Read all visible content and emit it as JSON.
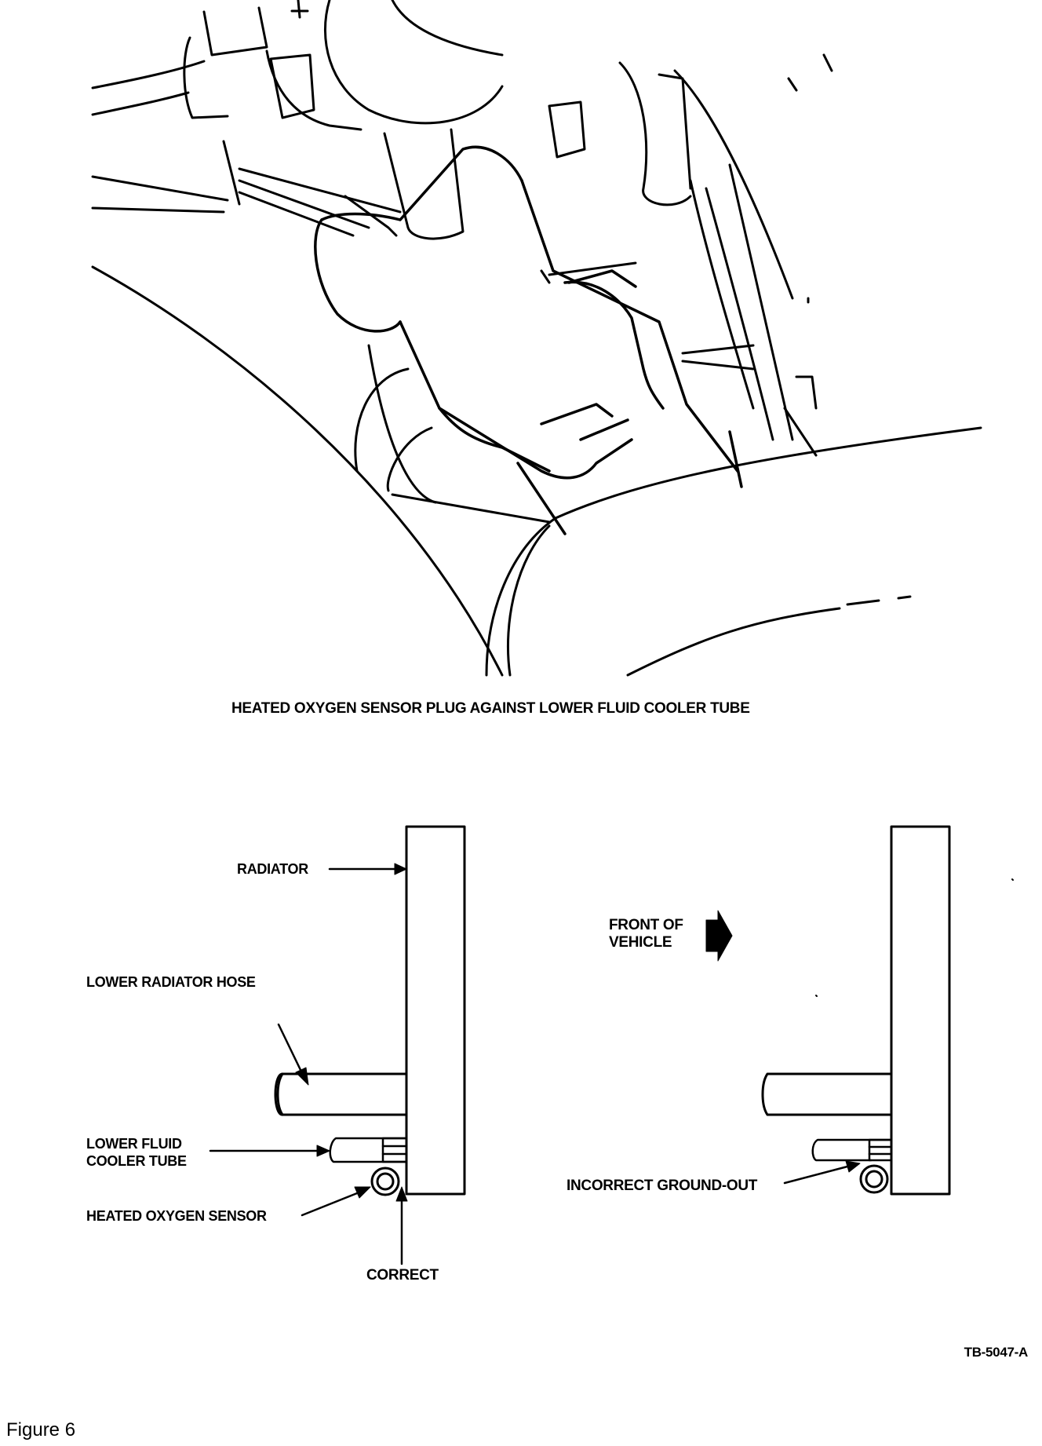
{
  "photo_caption": "HEATED OXYGEN SENSOR PLUG AGAINST LOWER FLUID COOLER TUBE",
  "labels": {
    "radiator": "RADIATOR",
    "lower_radiator_hose": "LOWER RADIATOR HOSE",
    "lower_fluid_cooler_tube_line1": "LOWER FLUID",
    "lower_fluid_cooler_tube_line2": "COOLER TUBE",
    "heated_oxygen_sensor": "HEATED OXYGEN SENSOR",
    "correct": "CORRECT",
    "front_of_vehicle_line1": "FRONT OF",
    "front_of_vehicle_line2": "VEHICLE",
    "incorrect_ground_out": "INCORRECT GROUND-OUT"
  },
  "drawing_code": "TB-5047-A",
  "figure_label": "Figure 6"
}
